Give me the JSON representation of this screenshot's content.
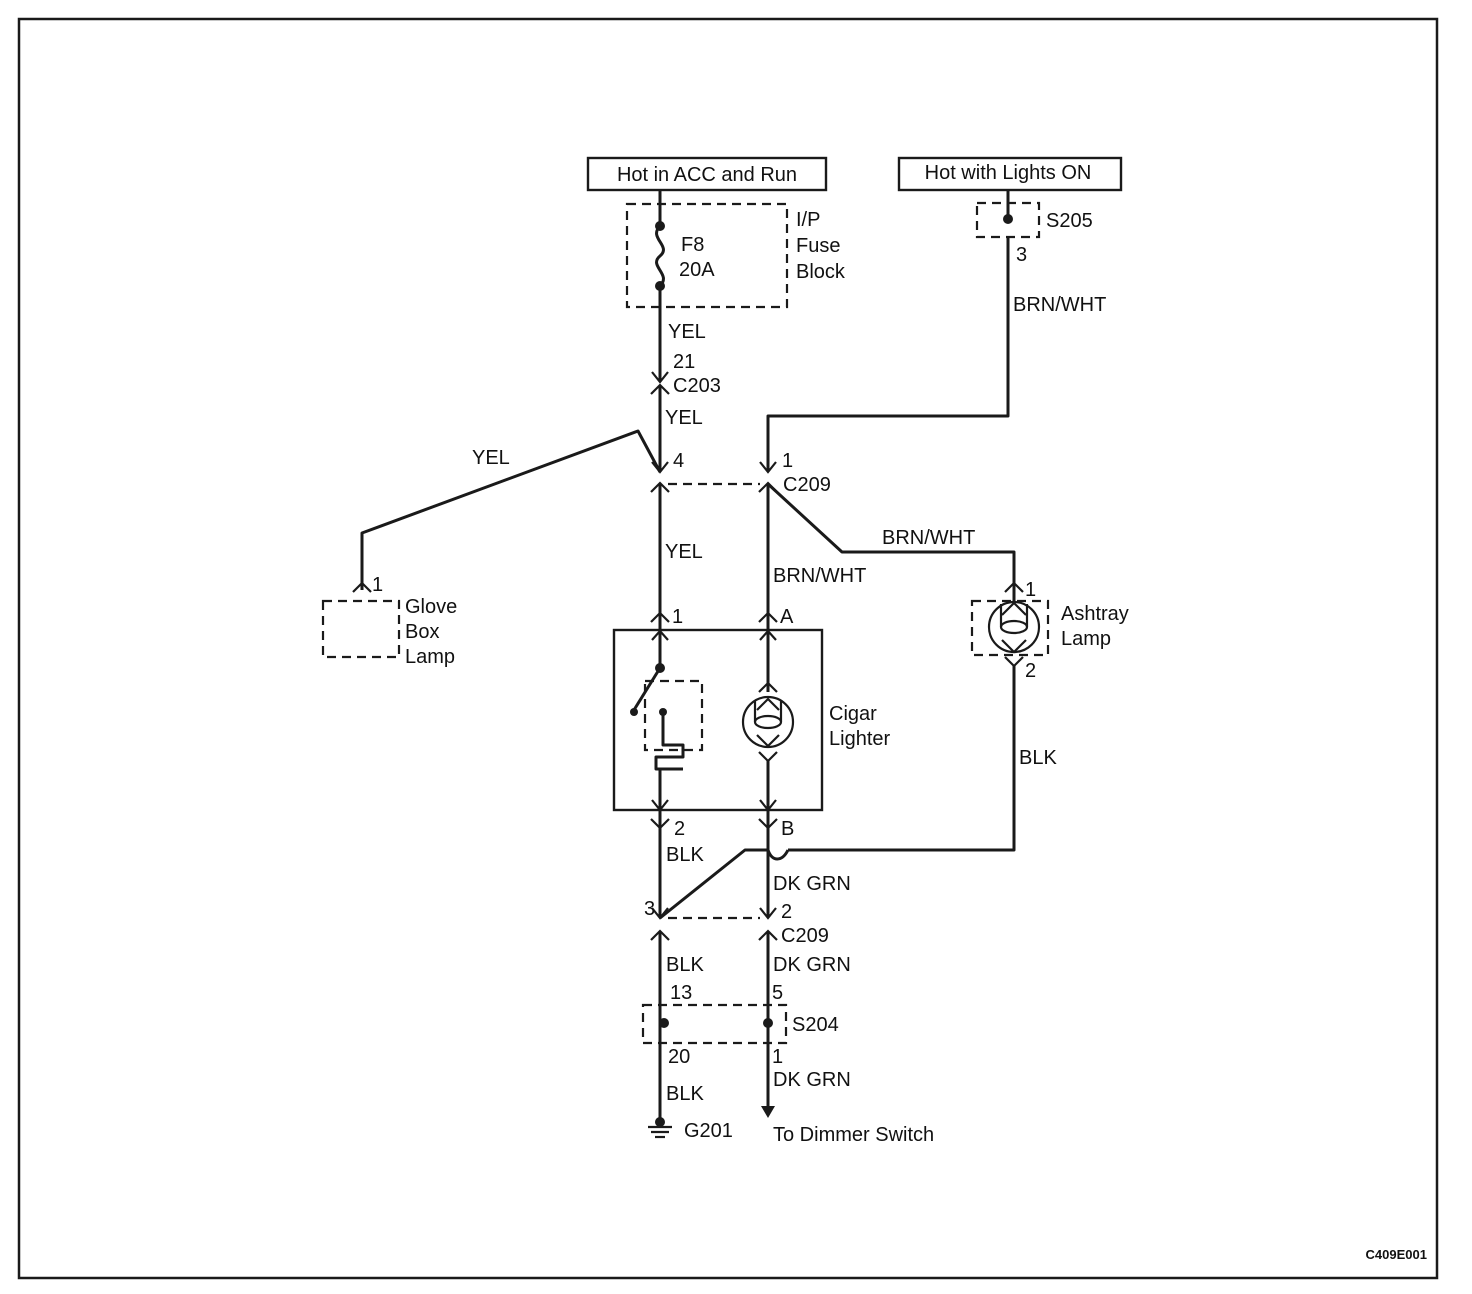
{
  "sources": {
    "acc_run": "Hot in ACC and Run",
    "lights_on": "Hot with Lights ON"
  },
  "fuse_block": {
    "fuse_id": "F8",
    "rating": "20A",
    "block_line1": "I/P",
    "block_line2": "Fuse",
    "block_line3": "Block"
  },
  "splices": {
    "s205": "S205",
    "s205_pin": "3",
    "s204": "S204",
    "s204_pin_blk_top": "13",
    "s204_pin_grn_top": "5",
    "s204_pin_blk_bottom": "20",
    "s204_pin_grn_bottom": "1"
  },
  "connectors": {
    "c203": "C203",
    "c203_pin": "21",
    "c209_top": "C209",
    "c209_top_pin_yel": "4",
    "c209_top_pin_brn": "1",
    "c209_bottom": "C209",
    "c209_bottom_pin_blk": "3",
    "c209_bottom_pin_grn": "2"
  },
  "wires": {
    "yel": "YEL",
    "brn_wht": "BRN/WHT",
    "blk": "BLK",
    "dk_grn": "DK GRN"
  },
  "components": {
    "glove_box_line1": "Glove",
    "glove_box_line2": "Box",
    "glove_box_line3": "Lamp",
    "glove_box_pin": "1",
    "ashtray_line1": "Ashtray",
    "ashtray_line2": "Lamp",
    "ashtray_pin_top": "1",
    "ashtray_pin_bottom": "2",
    "cigar_line1": "Cigar",
    "cigar_line2": "Lighter",
    "cigar_pin_1": "1",
    "cigar_pin_a": "A",
    "cigar_pin_2": "2",
    "cigar_pin_b": "B"
  },
  "ground": "G201",
  "dimmer": "To Dimmer Switch",
  "figure_code": "C409E001"
}
